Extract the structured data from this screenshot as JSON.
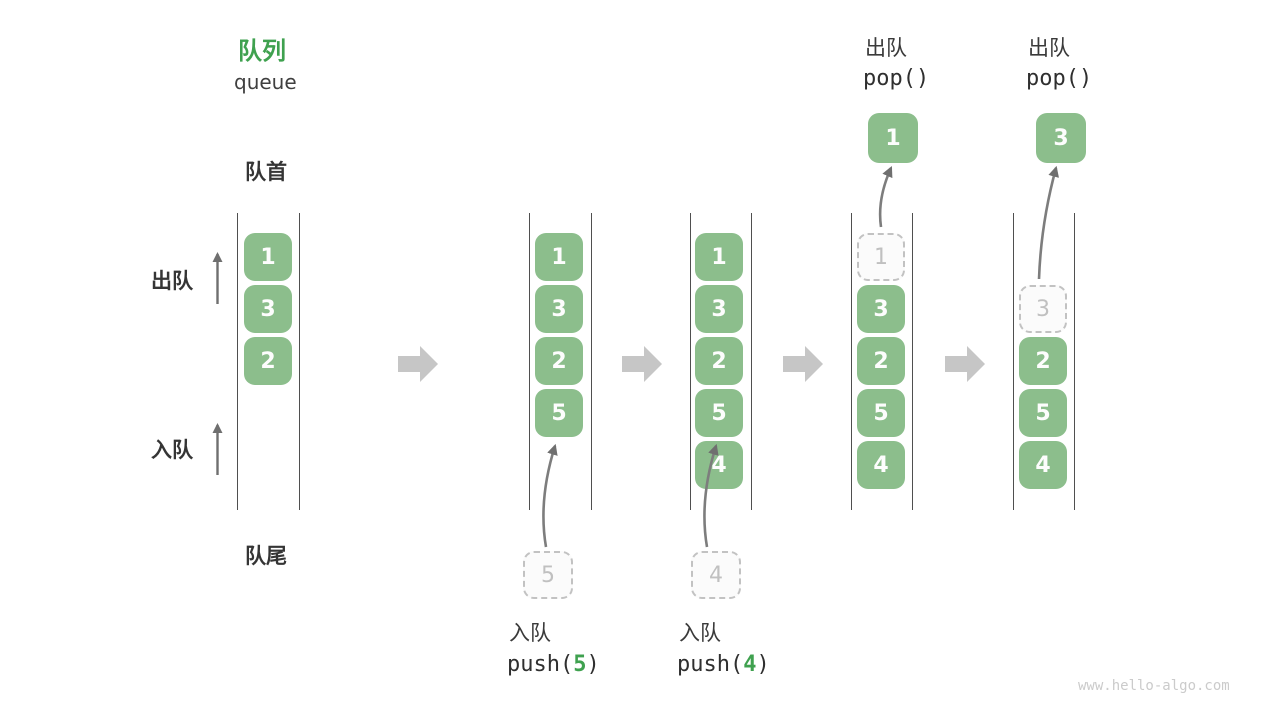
{
  "title": {
    "zh": "队列",
    "en": "queue"
  },
  "side_labels": {
    "front": "队首",
    "rear": "队尾",
    "dequeue": "出队",
    "enqueue": "入队"
  },
  "colors": {
    "accent_green": "#3fa14f",
    "cell_green": "#8cbe8c",
    "ghost_gray": "#c2c2c2",
    "small_arrow_gray": "#757575",
    "step_arrow_gray": "#c6c6c6",
    "wall_gray": "#4f4f4f"
  },
  "watermark": "www.hello-algo.com",
  "steps": [
    {
      "queue": [
        "1",
        "3",
        "2"
      ]
    },
    {
      "queue": [
        "1",
        "3",
        "2",
        "5"
      ],
      "staged": "5",
      "op": {
        "label": "入队",
        "code_pre": "push(",
        "arg": "5",
        "code_post": ")"
      }
    },
    {
      "queue": [
        "1",
        "3",
        "2",
        "5",
        "4"
      ],
      "staged": "4",
      "op": {
        "label": "入队",
        "code_pre": "push(",
        "arg": "4",
        "code_post": ")"
      }
    },
    {
      "ghost": "1",
      "queue": [
        "3",
        "2",
        "5",
        "4"
      ],
      "popped": "1",
      "op": {
        "label": "出队",
        "code": "pop()"
      }
    },
    {
      "ghost": "3",
      "queue": [
        "2",
        "5",
        "4"
      ],
      "popped": "3",
      "op": {
        "label": "出队",
        "code": "pop()"
      }
    }
  ]
}
